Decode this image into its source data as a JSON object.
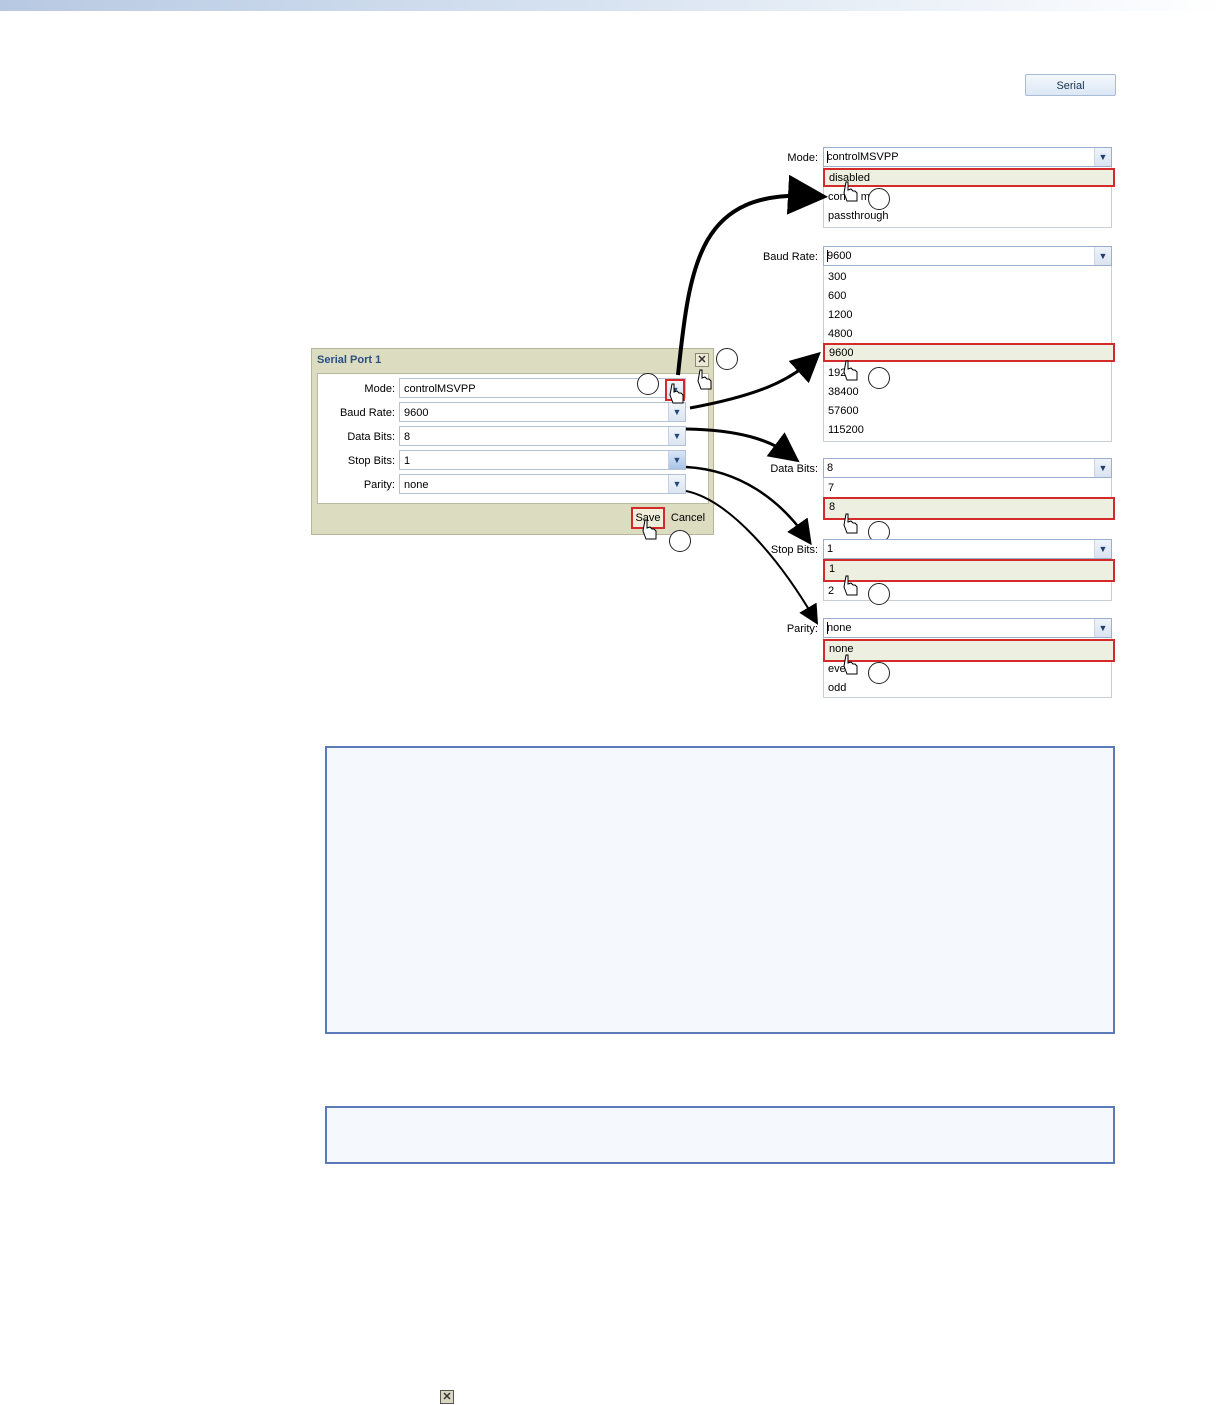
{
  "serial_button": "Serial",
  "dialog": {
    "title": "Serial Port 1",
    "close_symbol": "✕",
    "fields": [
      {
        "label": "Mode:",
        "value": "controlMSVPP"
      },
      {
        "label": "Baud Rate:",
        "value": "9600"
      },
      {
        "label": "Data Bits:",
        "value": "8"
      },
      {
        "label": "Stop Bits:",
        "value": "1"
      },
      {
        "label": "Parity:",
        "value": "none"
      }
    ],
    "save": "Save",
    "cancel": "Cancel"
  },
  "dropdowns": {
    "mode": {
      "label": "Mode:",
      "value": "controlMSVPP",
      "options": [
        "disabled",
        "controlMSVPP",
        "passthrough"
      ],
      "selected": "disabled",
      "visible_options": [
        "disabled",
        "cont",
        "m",
        "passthrough"
      ]
    },
    "baud": {
      "label": "Baud Rate:",
      "value": "9600",
      "options": [
        "300",
        "600",
        "1200",
        "4800",
        "9600",
        "192",
        "38400",
        "57600",
        "115200"
      ],
      "selected": "9600"
    },
    "databits": {
      "label": "Data Bits:",
      "value": "8",
      "options": [
        "7",
        "8"
      ],
      "selected": "8"
    },
    "stopbits": {
      "label": "Stop Bits:",
      "value": "1",
      "options": [
        "1",
        "2"
      ],
      "selected": "1"
    },
    "parity": {
      "label": "Parity:",
      "value": "none",
      "options": [
        "none",
        "eve",
        "odd"
      ],
      "selected": "none"
    }
  },
  "icons": {
    "dropdown_arrow": "chevron-down-icon",
    "pointer": "hand-pointer-icon",
    "close": "close-icon"
  },
  "colors": {
    "highlight_border": "#d42a2a",
    "dialog_bg": "#dcdcc0",
    "note_border": "#5b78b8",
    "title_blue": "#2b4e83"
  }
}
